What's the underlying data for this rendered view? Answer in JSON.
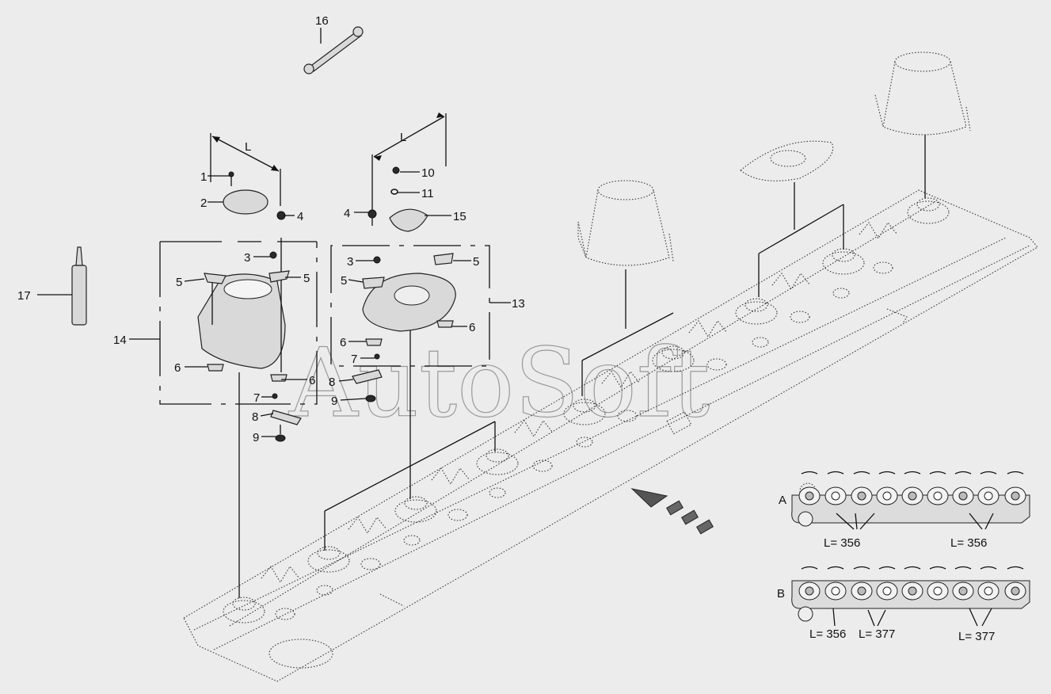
{
  "watermark": "AutoSoft",
  "callouts": {
    "c1": "1",
    "c2": "2",
    "c3a": "3",
    "c3b": "3",
    "c4a": "4",
    "c4b": "4",
    "c5a": "5",
    "c5b": "5",
    "c5c": "5",
    "c5d": "5",
    "c6a": "6",
    "c6b": "6",
    "c6c": "6",
    "c6d": "6",
    "c7a": "7",
    "c7b": "7",
    "c8a": "8",
    "c8b": "8",
    "c9a": "9",
    "c9b": "9",
    "c10": "10",
    "c11": "11",
    "c13": "13",
    "c14": "14",
    "c15": "15",
    "c16": "16",
    "c17": "17"
  },
  "dimension": {
    "left_label": "L",
    "right_label": "L"
  },
  "variant_a": {
    "letter": "A",
    "length_left": "L= 356",
    "length_right": "L= 356"
  },
  "variant_b": {
    "letter": "B",
    "length_left_1": "L= 356",
    "length_left_2": "L= 377",
    "length_right": "L= 377"
  }
}
